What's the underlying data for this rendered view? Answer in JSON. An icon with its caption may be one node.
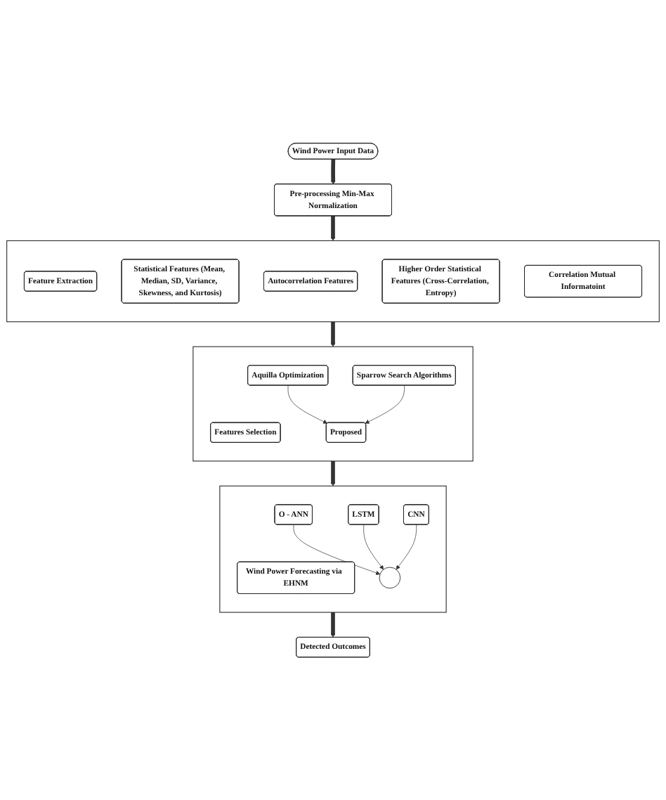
{
  "diagram": {
    "nodes": [
      {
        "text": [
          "Wind Power Input Data"
        ]
      },
      {
        "text": [
          "Pre-processing Min-Max Normalization"
        ]
      },
      {
        "text": [],
        "shape": "box"
      },
      {
        "text": [
          "Features Selection"
        ],
        "in": 2
      },
      {
        "text": [
          "Aquilla Optimization"
        ],
        "in": 2
      },
      {
        "text": [
          "Sparrow Search Algorithms"
        ],
        "in": 2
      },
      {
        "text": [
          "Proposed"
        ],
        "in": 2
      },
      {
        "text": [],
        "shape": "box"
      },
      {
        "text": [
          "Feature Extraction"
        ],
        "in": 7
      },
      {
        "text": [
          "Statistical Features (Mean, Median, SD, Variance, Skewness, and Kurtosis)"
        ],
        "in": 7
      },
      {
        "text": [
          "Autocorrelation Features"
        ],
        "in": 7
      },
      {
        "text": [
          "Higher Order Statistical Features (Cross-Correlation, Entropy)"
        ],
        "in": 7
      },
      {
        "text": [
          "Correlation Mutual Informatoint"
        ],
        "in": 7
      },
      {
        "text": [],
        "shape": "box"
      },
      {
        "text": [
          "Wind Power Forecasting via  EHNM"
        ],
        "in": 13
      },
      {
        "text": [
          "O - ANN"
        ],
        "in": 13
      },
      {
        "text": [
          "LSTM"
        ],
        "in": 13
      },
      {
        "text": [
          "CNN"
        ],
        "in": 13
      },
      {
        "text": [],
        "shape": "circle",
        "in": 13
      },
      {
        "text": [
          "Detected Outcomes"
        ]
      }
    ],
    "edges": [
      {
        "from": 0,
        "to": 1,
        "arrow": "to",
        "style": "thick"
      },
      {
        "from": 1,
        "to": 7,
        "arrow": "to",
        "style": "thick"
      },
      {
        "from": 7,
        "to": 2,
        "arrow": "to",
        "style": "thick"
      },
      {
        "from": 4,
        "to": 6,
        "arrow": "to"
      },
      {
        "from": 5,
        "to": 6,
        "arrow": "to"
      },
      {
        "from": 2,
        "to": 13,
        "arrow": "to",
        "style": "thick"
      },
      {
        "from": 15,
        "to": 18,
        "arrow": "to"
      },
      {
        "from": 16,
        "to": 18,
        "arrow": "to"
      },
      {
        "from": 17,
        "to": 18,
        "arrow": "to"
      },
      {
        "from": 13,
        "to": 19,
        "arrow": "to",
        "style": "thick"
      }
    ]
  }
}
